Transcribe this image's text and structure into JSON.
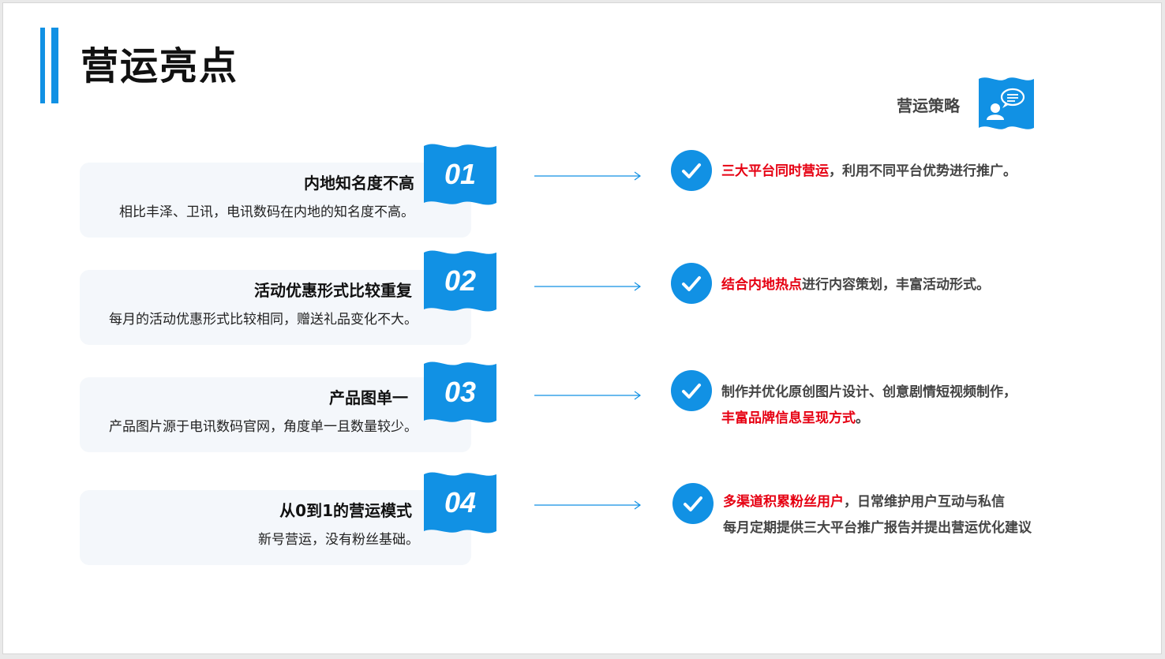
{
  "page": {
    "title": "营运亮点"
  },
  "strategy_header": {
    "label": "营运策略",
    "icon": "user-chat-icon"
  },
  "colors": {
    "accent": "#1191e4",
    "highlight": "#e60012",
    "card_bg": "#f4f7fb"
  },
  "rows": [
    {
      "num": "01",
      "title": "内地知名度不高",
      "desc": "相比丰泽、卫讯，电讯数码在内地的知名度不高。",
      "strategy": {
        "line1_highlight": "三大平台同时营运",
        "line1_rest": "，利用不同平台优势进行推广。"
      }
    },
    {
      "num": "02",
      "title": "活动优惠形式比较重复",
      "desc": "每月的活动优惠形式比较相同，赠送礼品变化不大。",
      "strategy": {
        "line1_highlight": "结合内地热点",
        "line1_rest": "进行内容策划，丰富活动形式。"
      }
    },
    {
      "num": "03",
      "title": "产品图单一",
      "desc": "产品图片源于电讯数码官网，角度单一且数量较少。",
      "strategy": {
        "line1_plain": "制作并优化原创图片设计、创意剧情短视频制作，",
        "line2_highlight": "丰富品牌信息呈现方式",
        "line2_rest": "。"
      }
    },
    {
      "num": "04",
      "title": "从0到1的营运模式",
      "desc": "新号营运，没有粉丝基础。",
      "strategy": {
        "line1_highlight": "多渠道积累粉丝用户",
        "line1_rest": "，日常维护用户互动与私信",
        "line2_plain": "每月定期提供三大平台推广报告并提出营运优化建议"
      }
    }
  ]
}
